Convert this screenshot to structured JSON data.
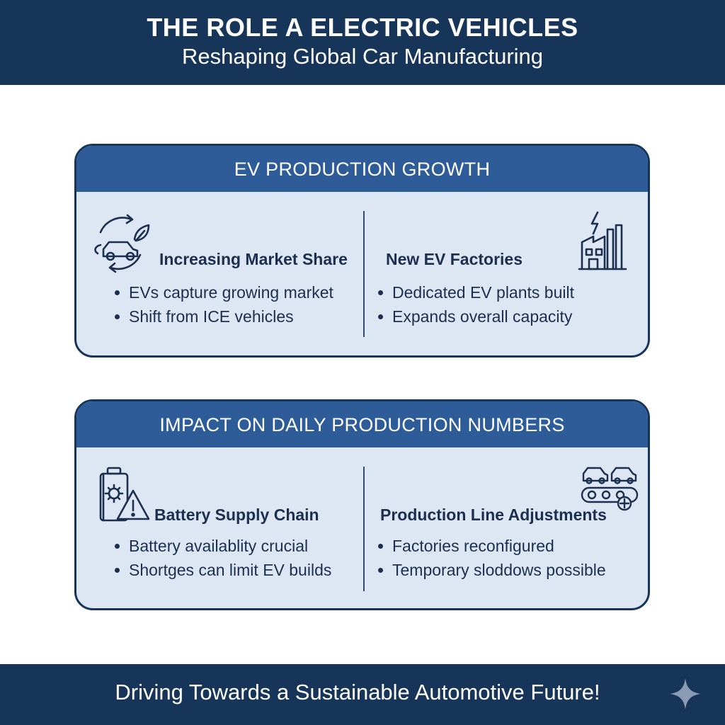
{
  "header": {
    "title": "THE ROLE A ELECTRIC VEHICLES",
    "subtitle": "Reshaping Global Car Manufacturing"
  },
  "panels": [
    {
      "heading": "EV PRODUCTION GROWTH",
      "left": {
        "icon": "car-recycle-leaf-icon",
        "title": "Increasing Market Share",
        "bullets": [
          "EVs capture growing market",
          "Shift from ICE vehicles"
        ]
      },
      "right": {
        "icon": "factory-lightning-icon",
        "title": "New EV Factories",
        "bullets": [
          "Dedicated EV plants built",
          "Expands overall capacity"
        ]
      }
    },
    {
      "heading": "IMPACT ON DAILY PRODUCTION NUMBERS",
      "left": {
        "icon": "battery-warning-icon",
        "title": "Battery Supply Chain",
        "bullets": [
          "Battery availablity crucial",
          "Shortges can limit EV builds"
        ]
      },
      "right": {
        "icon": "assembly-line-icon",
        "title": "Production Line Adjustments",
        "bullets": [
          "Factories reconfigured",
          "Temporary sloddows possible"
        ]
      }
    }
  ],
  "footer": {
    "tagline": "Driving Towards a Sustainable Automotive Future!",
    "icon": "sparkle-icon"
  },
  "colors": {
    "navy": "#163559",
    "panel_header": "#2e5c98",
    "panel_body": "#dde7f4",
    "text": "#1c2f4f"
  }
}
